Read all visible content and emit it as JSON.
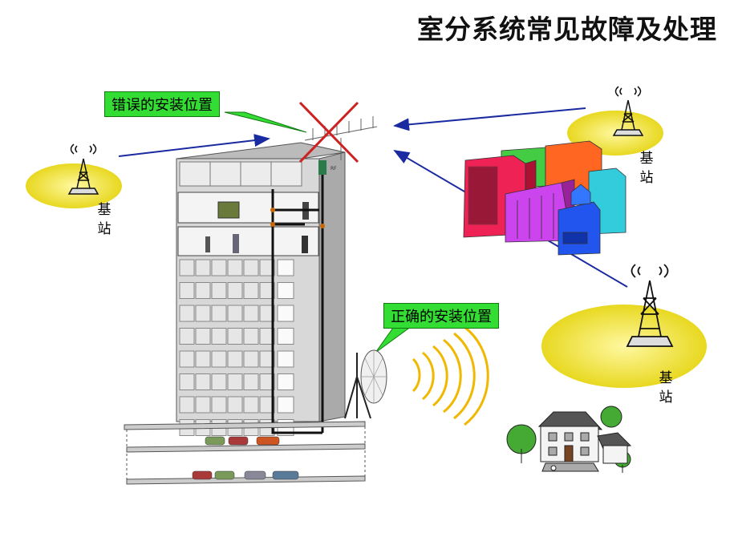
{
  "title": "室分系统常见故障及处理",
  "callouts": {
    "wrong": "错误的安装位置",
    "correct": "正确的安装位置"
  },
  "stations": [
    {
      "label": "基站"
    },
    {
      "label": "基站"
    },
    {
      "label": "基站"
    }
  ],
  "device_tag": "RF",
  "colors": {
    "callout_fill": "#33dd33",
    "station_glow": "#e8d820",
    "arrow": "#1a2aa0",
    "cross": "#cc2222",
    "building_wall": "#d8d8d8",
    "cable": "#111111",
    "signal_wave": "#f0b800"
  }
}
